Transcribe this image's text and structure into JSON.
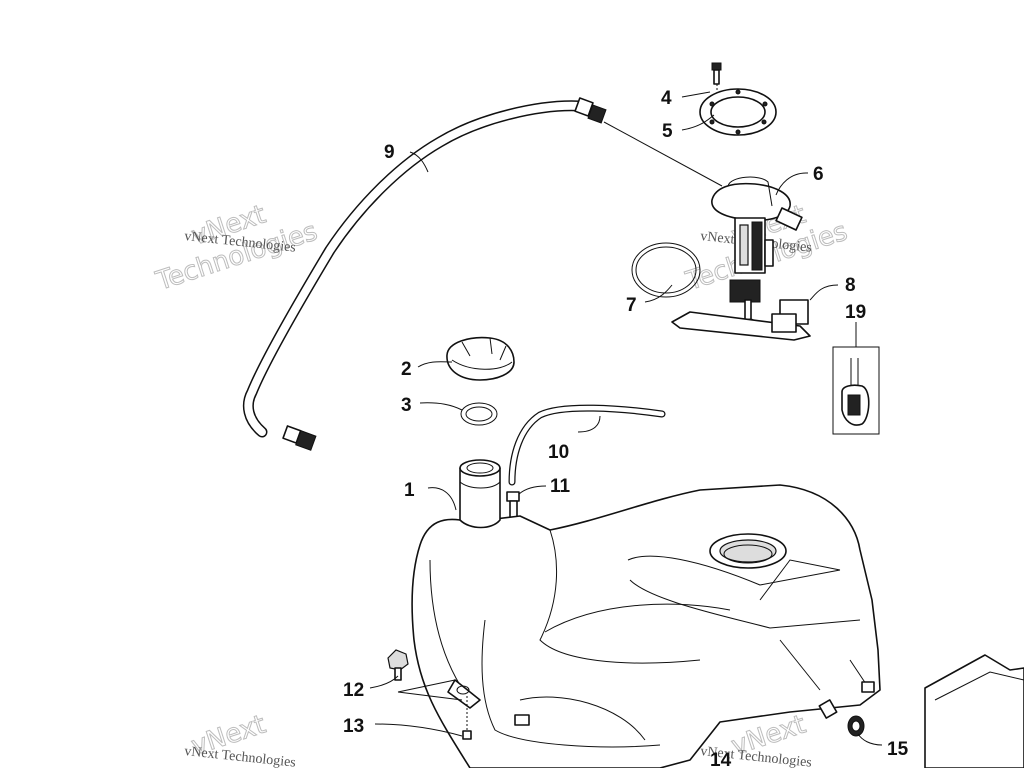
{
  "callouts": [
    {
      "label": "1"
    },
    {
      "label": "2"
    },
    {
      "label": "3"
    },
    {
      "label": "4"
    },
    {
      "label": "5"
    },
    {
      "label": "6"
    },
    {
      "label": "7"
    },
    {
      "label": "8"
    },
    {
      "label": "9"
    },
    {
      "label": "10"
    },
    {
      "label": "11"
    },
    {
      "label": "12"
    },
    {
      "label": "13"
    },
    {
      "label": "14"
    },
    {
      "label": "15"
    },
    {
      "label": "19"
    }
  ],
  "watermark": {
    "small": "vNext Technologies",
    "big_line1": "vNext",
    "big_line2": "Technologies"
  }
}
